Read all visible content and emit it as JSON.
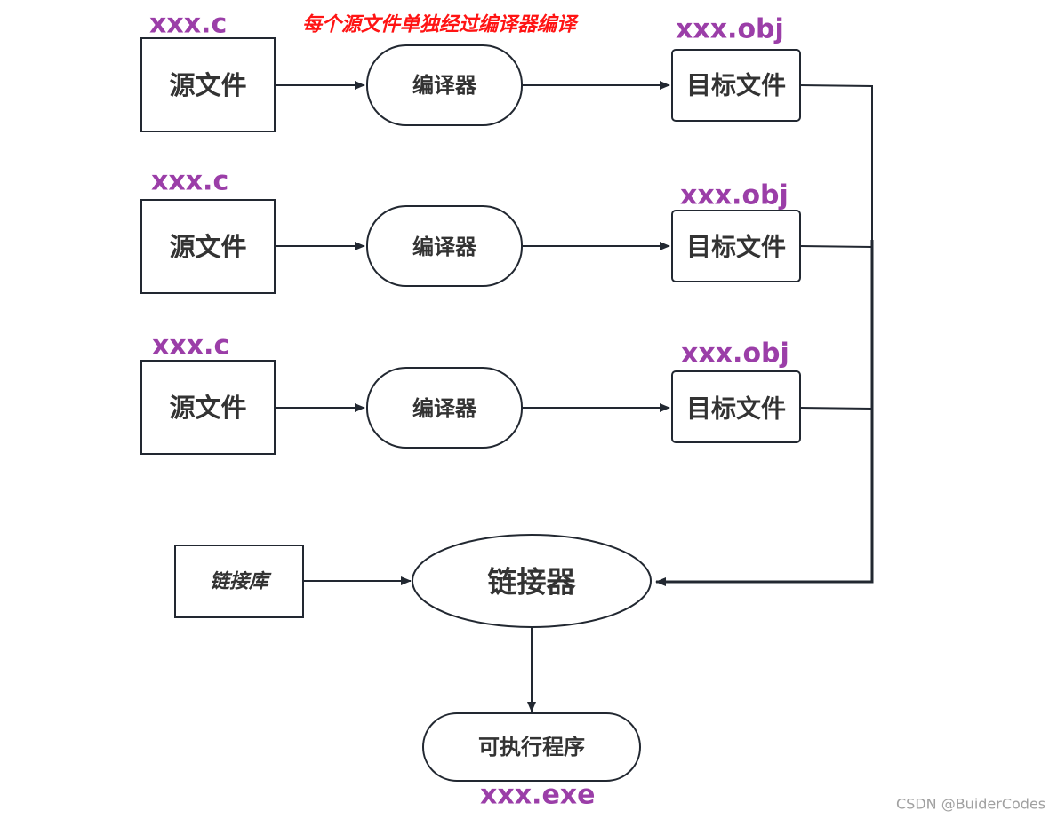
{
  "annotation": "每个源文件单独经过编译器编译",
  "rows": [
    {
      "source_ext": "xxx.c",
      "source": "源文件",
      "compiler": "编译器",
      "object": "目标文件",
      "object_ext": "xxx.obj"
    },
    {
      "source_ext": "xxx.c",
      "source": "源文件",
      "compiler": "编译器",
      "object": "目标文件",
      "object_ext": "xxx.obj"
    },
    {
      "source_ext": "xxx.c",
      "source": "源文件",
      "compiler": "编译器",
      "object": "目标文件",
      "object_ext": "xxx.obj"
    }
  ],
  "library": "链接库",
  "linker": "链接器",
  "executable": "可执行程序",
  "executable_ext": "xxx.exe",
  "watermark": "CSDN @BuiderCodes",
  "colors": {
    "stroke": "#222831",
    "node_text": "#333333",
    "file_label": "#9b3ea8",
    "annotation": "#ff1414",
    "watermark": "#a0a0a0"
  }
}
